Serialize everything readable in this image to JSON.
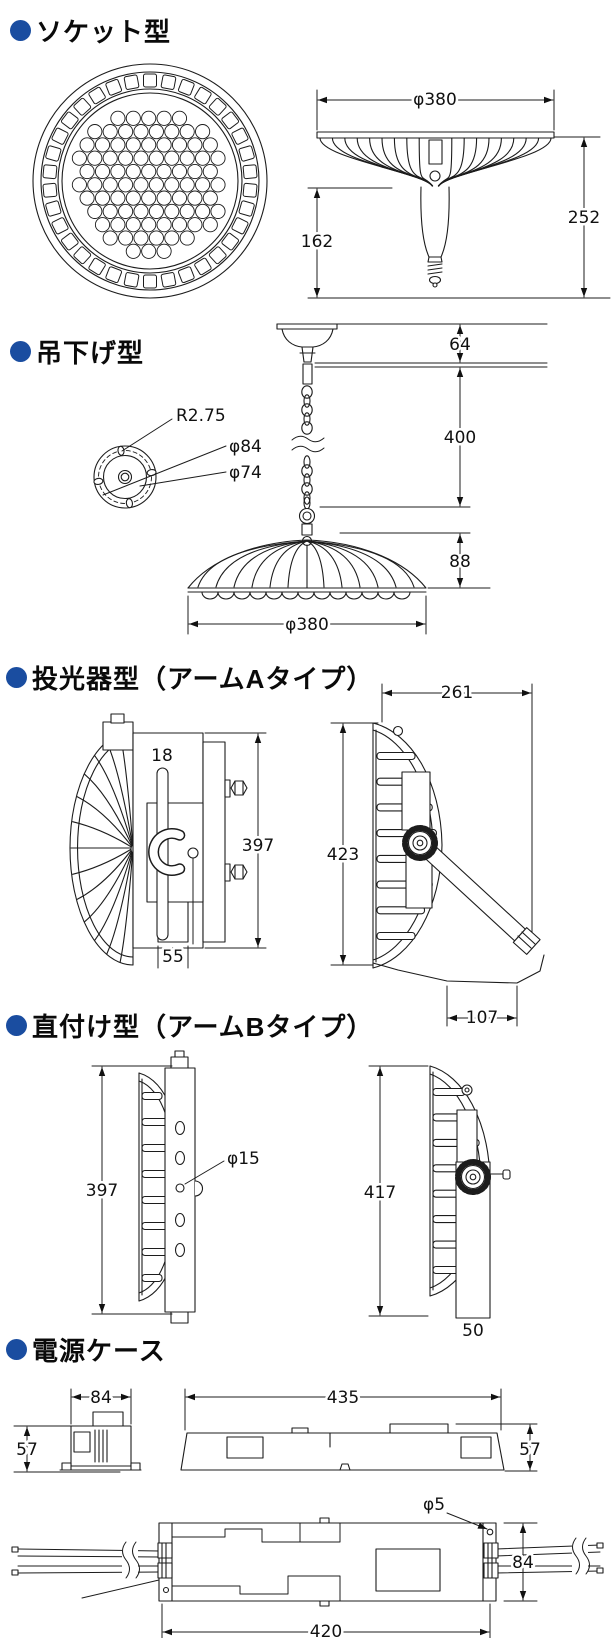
{
  "accent_color": "#1a4da0",
  "sections": {
    "socket": {
      "title": "ソケット型",
      "dims": {
        "diameter": "φ380",
        "overall_height": "252",
        "bulb_height": "162"
      }
    },
    "hanging": {
      "title": "吊下げ型",
      "plate": {
        "radius": "R2.75",
        "bolt_circle": "φ84",
        "inner": "φ74"
      },
      "dims": {
        "canopy_gap": "64",
        "chain_length": "400",
        "body_height": "88",
        "diameter": "φ380"
      }
    },
    "flood_a": {
      "title": "投光器型（アームAタイプ）",
      "dims": {
        "slot_width": "18",
        "base_width": "55",
        "bracket_height": "397",
        "depth": "261",
        "overall_height": "423",
        "foot_depth": "107"
      }
    },
    "direct_b": {
      "title": "直付け型（アームBタイプ）",
      "dims": {
        "bracket_height": "397",
        "hole": "φ15",
        "overall_height": "417",
        "arm_width": "50"
      }
    },
    "power": {
      "title": "電源ケース",
      "dims": {
        "end_width": "84",
        "end_height": "57",
        "length": "435",
        "side_height": "57",
        "hole": "φ5",
        "body_width": "84",
        "mount_pitch": "420"
      }
    }
  }
}
